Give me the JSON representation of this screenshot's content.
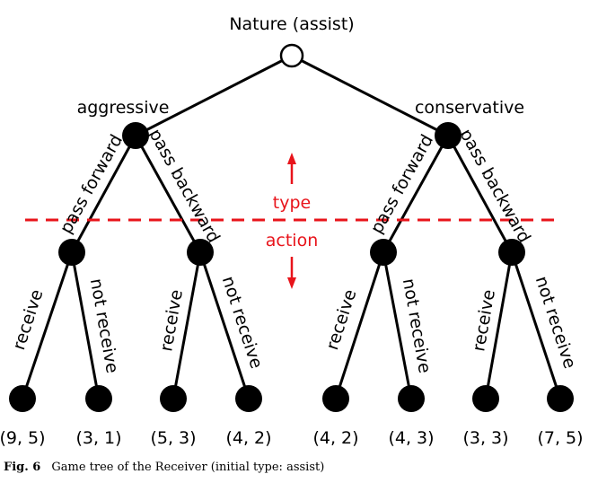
{
  "root": {
    "label": "Nature (assist)"
  },
  "types": [
    {
      "label": "aggressive",
      "left_action": "pass forward",
      "right_action": "pass backward"
    },
    {
      "label": "conservative",
      "left_action": "pass forward",
      "right_action": "pass backward"
    }
  ],
  "leaf_actions": {
    "left": "receive",
    "right": "not receive"
  },
  "payoffs": [
    "(9, 5)",
    "(3, 1)",
    "(5, 3)",
    "(4, 2)",
    "(4, 2)",
    "(4, 3)",
    "(3, 3)",
    "(7, 5)"
  ],
  "divider": {
    "upper_label": "type",
    "lower_label": "action",
    "color": "#e8141b"
  },
  "caption": {
    "prefix": "Fig. 6",
    "text": "Game tree of the Receiver (initial type: assist)"
  }
}
